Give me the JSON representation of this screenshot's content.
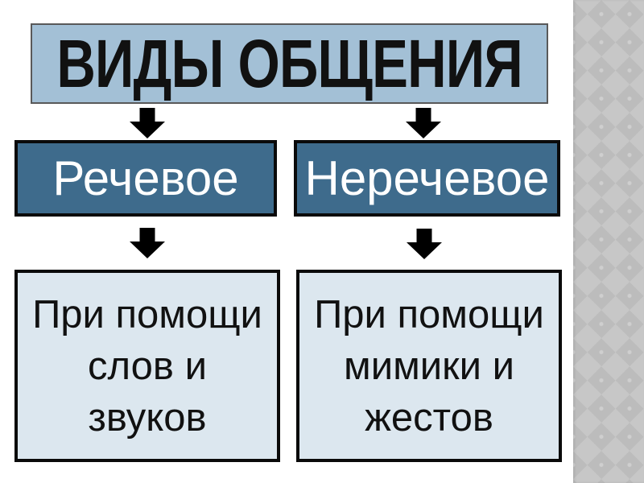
{
  "title": "ВИДЫ ОБЩЕНИЯ",
  "diagram": {
    "branches": [
      {
        "name": "Речевое",
        "detail_lines": [
          "При помощи",
          "слов и",
          "звуков"
        ]
      },
      {
        "name": "Неречевое",
        "detail_lines": [
          "При помощи",
          "мимики и",
          "жестов"
        ]
      }
    ]
  },
  "icons": {
    "down_arrow": "black-block-arrow-down"
  },
  "colors": {
    "title_box_fill": "#a3c0d6",
    "title_box_border": "#595959",
    "branch_box_fill": "#3e6b8c",
    "branch_box_border": "#0a0a0a",
    "detail_box_fill": "#dce7ef",
    "detail_box_border": "#0a0a0a",
    "arrow": "#000000",
    "pattern_dark": "#bcbcbc",
    "pattern_light": "#c7c7c7",
    "pattern_sparkle": "#cfcfcf",
    "text_dark": "#111111",
    "text_light": "#ffffff"
  }
}
